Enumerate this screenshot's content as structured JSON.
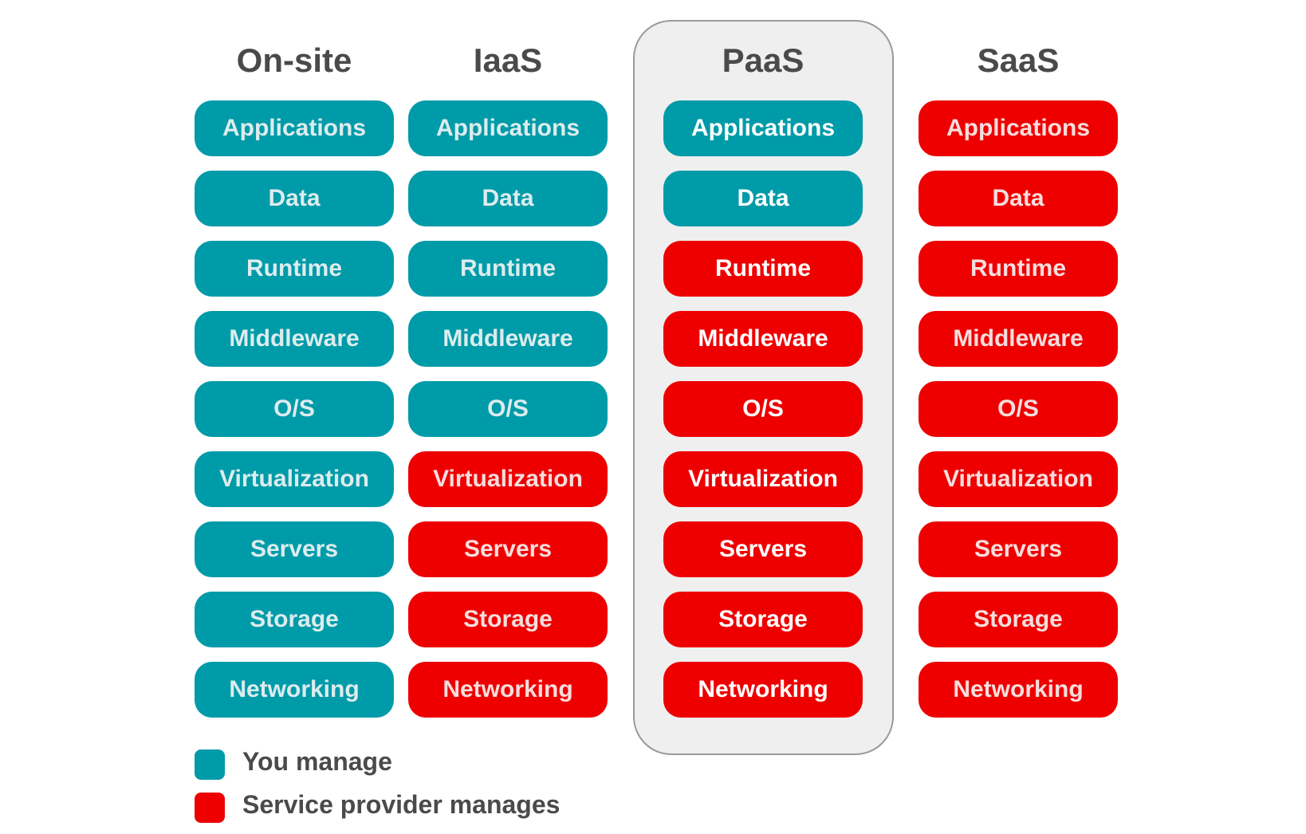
{
  "colors": {
    "you_manage": "#009ba8",
    "provider_manages": "#ee0000",
    "highlight_bg": "#efefef",
    "title_text": "#4a4a4a"
  },
  "highlighted_column": "PaaS",
  "columns": [
    {
      "title": "On-site",
      "cells": [
        {
          "label": "Applications",
          "manager": "you"
        },
        {
          "label": "Data",
          "manager": "you"
        },
        {
          "label": "Runtime",
          "manager": "you"
        },
        {
          "label": "Middleware",
          "manager": "you"
        },
        {
          "label": "O/S",
          "manager": "you"
        },
        {
          "label": "Virtualization",
          "manager": "you"
        },
        {
          "label": "Servers",
          "manager": "you"
        },
        {
          "label": "Storage",
          "manager": "you"
        },
        {
          "label": "Networking",
          "manager": "you"
        }
      ]
    },
    {
      "title": "IaaS",
      "cells": [
        {
          "label": "Applications",
          "manager": "you"
        },
        {
          "label": "Data",
          "manager": "you"
        },
        {
          "label": "Runtime",
          "manager": "you"
        },
        {
          "label": "Middleware",
          "manager": "you"
        },
        {
          "label": "O/S",
          "manager": "you"
        },
        {
          "label": "Virtualization",
          "manager": "provider"
        },
        {
          "label": "Servers",
          "manager": "provider"
        },
        {
          "label": "Storage",
          "manager": "provider"
        },
        {
          "label": "Networking",
          "manager": "provider"
        }
      ]
    },
    {
      "title": "PaaS",
      "cells": [
        {
          "label": "Applications",
          "manager": "you"
        },
        {
          "label": "Data",
          "manager": "you"
        },
        {
          "label": "Runtime",
          "manager": "provider"
        },
        {
          "label": "Middleware",
          "manager": "provider"
        },
        {
          "label": "O/S",
          "manager": "provider"
        },
        {
          "label": "Virtualization",
          "manager": "provider"
        },
        {
          "label": "Servers",
          "manager": "provider"
        },
        {
          "label": "Storage",
          "manager": "provider"
        },
        {
          "label": "Networking",
          "manager": "provider"
        }
      ]
    },
    {
      "title": "SaaS",
      "cells": [
        {
          "label": "Applications",
          "manager": "provider"
        },
        {
          "label": "Data",
          "manager": "provider"
        },
        {
          "label": "Runtime",
          "manager": "provider"
        },
        {
          "label": "Middleware",
          "manager": "provider"
        },
        {
          "label": "O/S",
          "manager": "provider"
        },
        {
          "label": "Virtualization",
          "manager": "provider"
        },
        {
          "label": "Servers",
          "manager": "provider"
        },
        {
          "label": "Storage",
          "manager": "provider"
        },
        {
          "label": "Networking",
          "manager": "provider"
        }
      ]
    }
  ],
  "legend": {
    "you_manage": "You manage",
    "provider_manages": "Service provider manages"
  }
}
